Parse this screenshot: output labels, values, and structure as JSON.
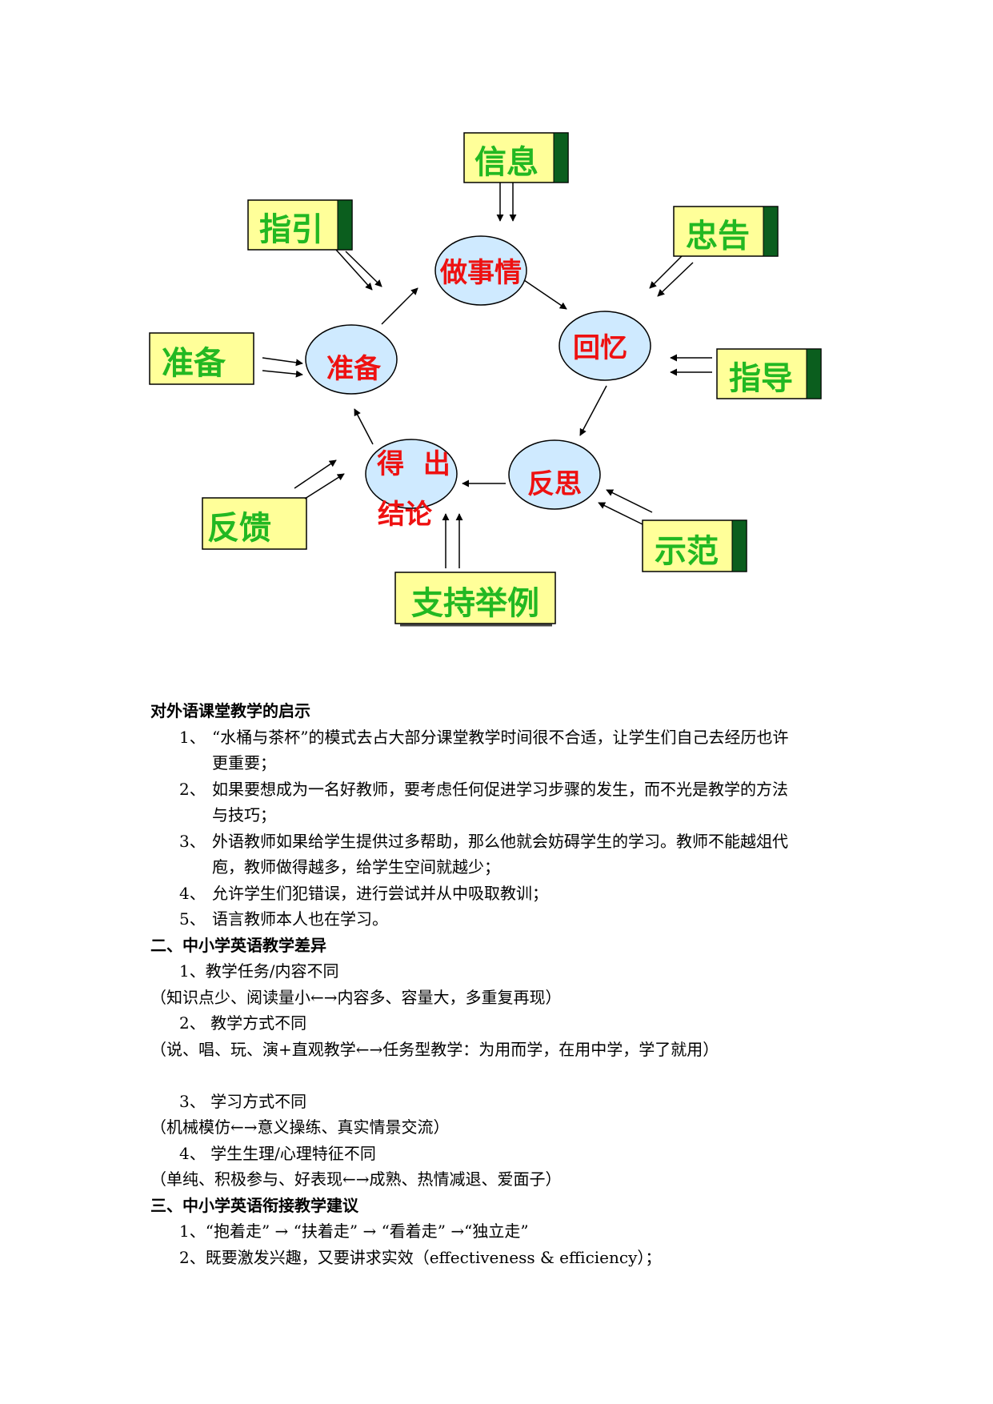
{
  "diagram": {
    "boxes": [
      {
        "id": "xinxi",
        "label": "信息"
      },
      {
        "id": "zhiyin",
        "label": "指引"
      },
      {
        "id": "zhonggao",
        "label": "忠告"
      },
      {
        "id": "zhunbei_box",
        "label": "准备"
      },
      {
        "id": "zhidao",
        "label": "指导"
      },
      {
        "id": "fankui",
        "label": "反馈"
      },
      {
        "id": "shifan",
        "label": "示范"
      },
      {
        "id": "zhichi",
        "label": "支持举例"
      }
    ],
    "nodes": [
      {
        "id": "zuoshiqing",
        "label": "做事情"
      },
      {
        "id": "huiyi",
        "label": "回忆"
      },
      {
        "id": "fansi",
        "label": "反思"
      },
      {
        "id": "dechu_line1",
        "label": "得  出"
      },
      {
        "id": "dechu_line2",
        "label": "结论"
      },
      {
        "id": "zhunbei_node",
        "label": "准备"
      }
    ]
  },
  "section1": {
    "title": "对外语课堂教学的启示",
    "items": [
      {
        "num": "1、",
        "line1": "“水桶与茶杯”的模式去占大部分课堂教学时间很不合适，让学生们自己去经历也许",
        "line2": "更重要；"
      },
      {
        "num": "2、",
        "line1": "如果要想成为一名好教师，要考虑任何促进学习步骤的发生，而不光是教学的方法",
        "line2": "与技巧；"
      },
      {
        "num": "3、",
        "line1": "外语教师如果给学生提供过多帮助，那么他就会妨碍学生的学习。教师不能越俎代",
        "line2": "庖，教师做得越多，给学生空间就越少；"
      },
      {
        "num": "4、",
        "line1": "允许学生们犯错误，进行尝试并从中吸取教训；"
      },
      {
        "num": "5、",
        "line1": "语言教师本人也在学习。"
      }
    ]
  },
  "section2": {
    "title": "二、中小学英语教学差异",
    "items": [
      {
        "heading": "1、教学任务/内容不同",
        "detail": "（知识点少、阅读量小←→内容多、容量大，多重复再现）"
      },
      {
        "heading": "2、 教学方式不同",
        "detail": "（说、唱、玩、演+直观教学←→任务型教学：为用而学，在用中学，学了就用）"
      },
      {
        "heading": "3、 学习方式不同",
        "detail": "（机械模仿←→意义操练、真实情景交流）"
      },
      {
        "heading": "4、 学生生理/心理特征不同",
        "detail": "（单纯、积极参与、好表现←→成熟、热情减退、爱面子）"
      }
    ]
  },
  "section3": {
    "title": "三、中小学英语衔接教学建议",
    "items": [
      "1、“抱着走” → “扶着走” → “看着走” →“独立走”",
      "2、既要激发兴趣，又要讲求实效（effectiveness & efficiency）；"
    ]
  }
}
